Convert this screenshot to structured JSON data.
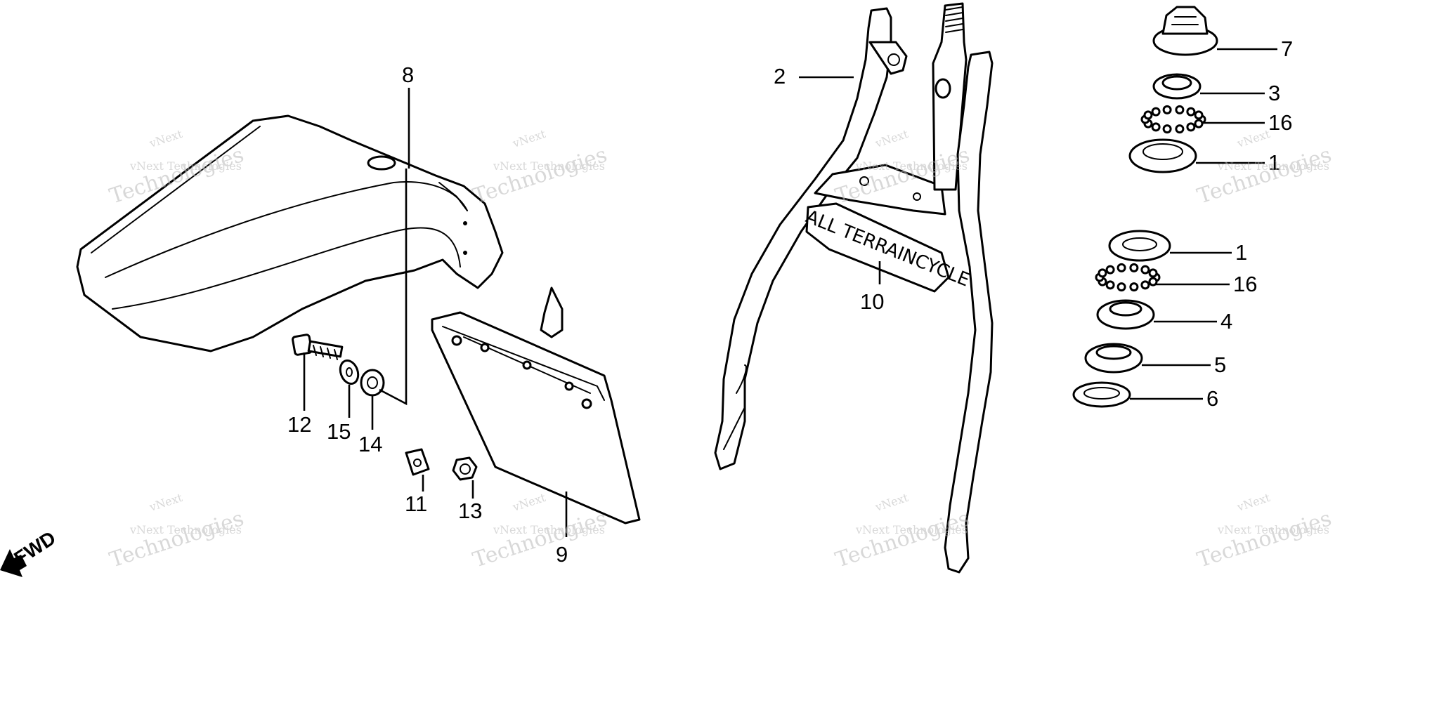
{
  "diagram": {
    "callouts": {
      "p1_upper": "1",
      "p1_lower": "1",
      "p2": "2",
      "p3": "3",
      "p4": "4",
      "p5": "5",
      "p6": "6",
      "p7": "7",
      "p8": "8",
      "p9": "9",
      "p10": "10",
      "p11": "11",
      "p12": "12",
      "p13": "13",
      "p14": "14",
      "p15": "15",
      "p16_upper": "16",
      "p16_lower": "16"
    },
    "fwd_label": "FWD",
    "sticker_text": "ALL TERRAINCYCLE",
    "watermark": {
      "line1": "vNext",
      "line2": "vNext Technologies",
      "line3": "Technologies"
    },
    "colors": {
      "line": "#000000",
      "background": "#ffffff",
      "watermark": "#b9b9b9"
    }
  }
}
